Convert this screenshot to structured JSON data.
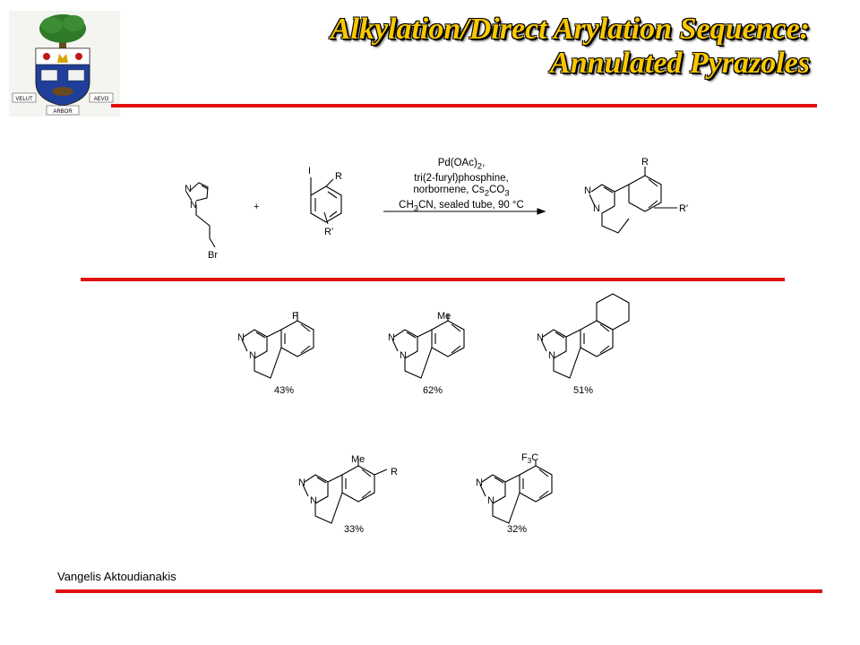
{
  "header": {
    "title_line1": "Alkylation/Direct Arylation Sequence:",
    "title_line2": "Annulated Pyrazoles",
    "title_color": "#fac800",
    "rule_color": "#e01010",
    "logo": {
      "icon": "university-crest-icon",
      "motto_left": "VELUT",
      "motto_right": "AEVO",
      "motto_bottom": "ARBOR"
    }
  },
  "reaction": {
    "reagent1_labels": {
      "n1": "N",
      "n2": "N",
      "br": "Br"
    },
    "plus": "+",
    "reagent2_labels": {
      "i": "I",
      "r": "R",
      "rprime": "R'"
    },
    "conditions": {
      "line1": "Pd(OAc)",
      "line1_sub": "2",
      "line1_end": ",",
      "line2": "tri(2-furyl)phosphine,",
      "line3": "norbornene, Cs",
      "line3_sub1": "2",
      "line3_mid": "CO",
      "line3_sub2": "3",
      "line4": "CH",
      "line4_sub": "3",
      "line4_end": "CN, sealed tube, 90 °C"
    },
    "product_labels": {
      "n1": "N",
      "n2": "N",
      "r": "R",
      "rprime": "R'"
    }
  },
  "examples": [
    {
      "substituent": "F",
      "yield": "43%"
    },
    {
      "substituent": "Me",
      "yield": "62%"
    },
    {
      "substituent": "",
      "yield": "51%"
    },
    {
      "substituent": "Me",
      "substituent2": "R",
      "yield": "33%"
    },
    {
      "substituent_a": "F",
      "substituent_sub": "3",
      "substituent_b": "C",
      "yield": "32%"
    }
  ],
  "atoms": {
    "n": "N"
  },
  "footer": {
    "author": "Vangelis Aktoudianakis"
  }
}
